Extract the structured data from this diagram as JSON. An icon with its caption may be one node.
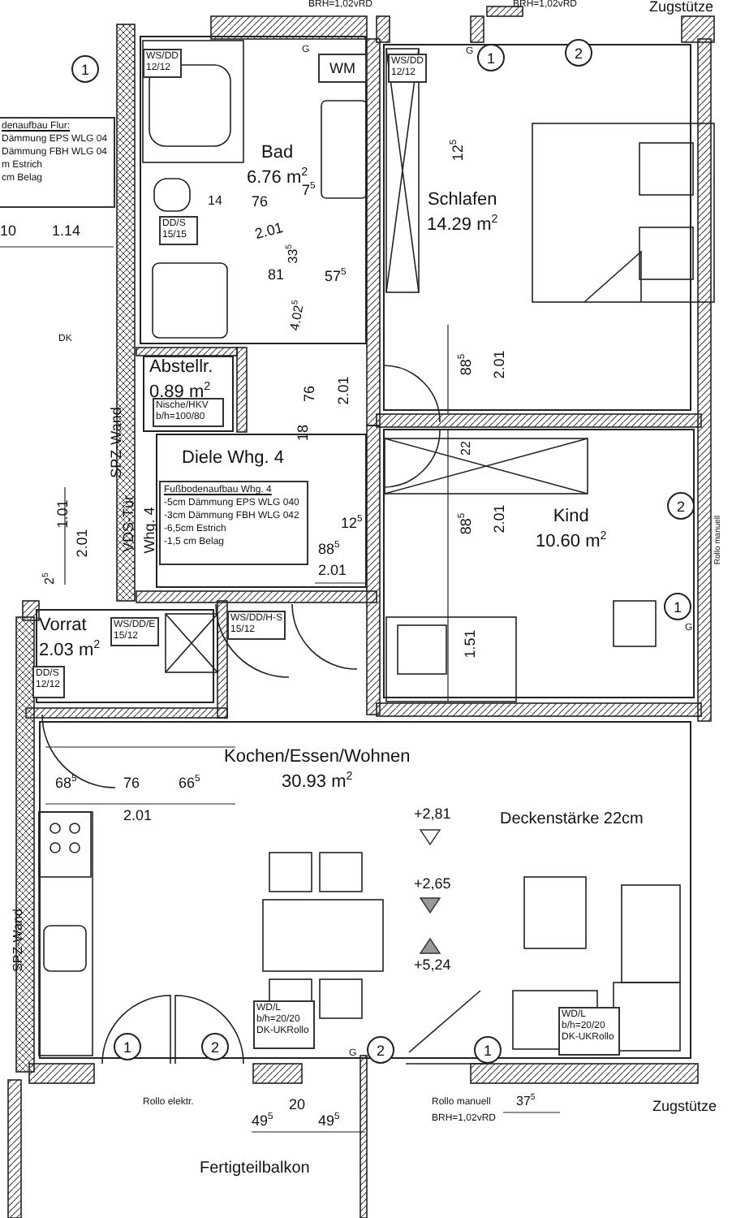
{
  "diagram": {
    "nodes": [
      {
        "text": [
          "1"
        ]
      },
      {
        "text": [
          "denaufbau Flur:",
          "Dämmung EPS WLG 04",
          "Dämmung FBH WLG 04",
          "m Estrich",
          "cm Belag"
        ]
      },
      {
        "text": [
          "Bad",
          "6.76 m$^{2}$"
        ]
      },
      {
        "text": [
          "WS/DD 12/12"
        ],
        "in": 2
      },
      {
        "text": [
          "DD/S 15/15"
        ],
        "in": 2
      },
      {
        "text": [
          "WM"
        ],
        "in": 2
      },
      {
        "text": [
          "Schlafen",
          "14.29 m$^{2}$"
        ]
      },
      {
        "text": [
          "WS/DD 12/12"
        ],
        "in": 6
      },
      {
        "text": [
          "1"
        ],
        "in": 6
      },
      {
        "text": [
          "2"
        ],
        "in": 6
      },
      {
        "text": [
          "Abstellr.",
          "0.89 m$^{2}$"
        ]
      },
      {
        "text": [
          "Nische/HKV b/h=100/80"
        ],
        "in": 10
      },
      {
        "text": [
          "Diele Whg. 4"
        ]
      },
      {
        "text": [
          "Fußbodenaufbau Whg. 4",
          "-5cm Dämmung EPS WLG 040",
          "-3cm Dämmung FBH WLG 042",
          "-6,5cm Estrich",
          "-1,5 cm Belag"
        ],
        "in": 12
      },
      {
        "text": [
          "Kind",
          "10.60 m$^{2}$"
        ]
      },
      {
        "text": [
          "2"
        ],
        "in": 14
      },
      {
        "text": [
          "1"
        ],
        "in": 14
      },
      {
        "text": [
          "Vorrat",
          "2.03 m$^{2}$"
        ]
      },
      {
        "text": [
          "WS/DD/E 15/12"
        ],
        "in": 17
      },
      {
        "text": [
          "DD/S 12/12"
        ],
        "in": 17
      },
      {
        "text": [
          "WS/DD/H-S 15/12"
        ]
      },
      {
        "text": [
          "Kochen/Essen/Wohnen",
          "30.93 m$^{2}$"
        ]
      },
      {
        "text": [
          "WD/L b/h=20/20 DK-UKRollo"
        ],
        "in": 21
      },
      {
        "text": [
          "WD/L b/h=20/20 DK-UKRollo"
        ],
        "in": 21
      },
      {
        "text": [
          "1"
        ],
        "in": 21
      },
      {
        "text": [
          "2"
        ],
        "in": 21
      },
      {
        "text": [
          "2"
        ],
        "in": 21
      },
      {
        "text": [
          "1"
        ],
        "in": 21
      }
    ],
    "labels": [
      "BRH=1,02vRD",
      "BRH=1,02vRD",
      "Zugstütze",
      "G",
      "G",
      "10",
      "1.14",
      "DK",
      "7$^{5}$",
      "14",
      "76",
      "2.01",
      "81",
      "33$^{5}$",
      "57$^{5}$",
      "4.02$^{5}$",
      "76",
      "2.01",
      "18",
      "12$^{5}$",
      "88$^{5}$",
      "2.01",
      "SPZ-Wand",
      "1.01",
      "2.01",
      "2$^{5}$",
      "VDS-Tür",
      "Whg. 4",
      "88$^{5}$",
      "12$^{5}$",
      "2.01",
      "22",
      "88$^{5}$",
      "2.01",
      "1.51",
      "Rollo manuell",
      "G",
      "68$^{5}$",
      "76",
      "66$^{5}$",
      "2.01",
      "+2,81",
      "Deckenstärke 22cm",
      "+2,65",
      "+5,24",
      "SPZ-Wand",
      "G",
      "Rollo elektr.",
      "49$^{5}$",
      "20",
      "49$^{5}$",
      "Rollo manuell",
      "BRH=1,02vRD",
      "37$^{5}$",
      "Zugstütze",
      "Fertigteilbalkon"
    ]
  }
}
